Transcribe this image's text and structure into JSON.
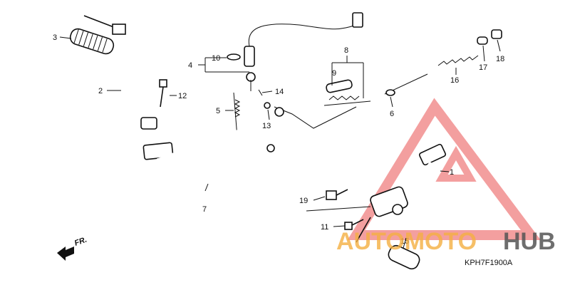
{
  "diagram": {
    "code": "KPH7F1900A",
    "direction": "FR.",
    "callouts": [
      "1",
      "2",
      "3",
      "4",
      "5",
      "6",
      "7",
      "8",
      "9",
      "10",
      "11",
      "12",
      "13",
      "14",
      "15",
      "16",
      "17",
      "18",
      "19"
    ]
  },
  "watermark": {
    "word_a": "AUTOMOTO",
    "word_b": "HUB",
    "triangle_color": "#f08080",
    "accent_color": "#f5b042",
    "dark_color": "#555555"
  }
}
